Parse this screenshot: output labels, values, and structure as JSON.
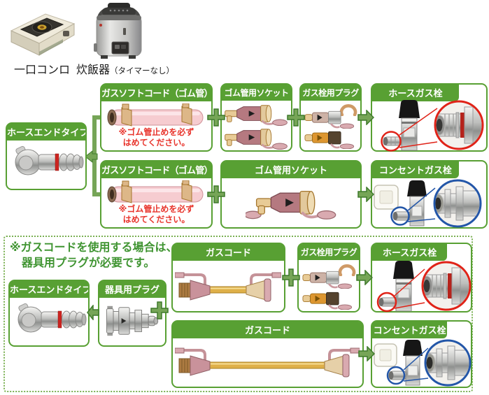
{
  "appliances": {
    "stove_label": "一口コンロ",
    "cooker_label": "炊飯器",
    "cooker_sub": "（タイマーなし）"
  },
  "labels": {
    "hose_end_type": "ホースエンドタイプ",
    "gas_soft_cord": "ガスソフトコード（ゴム管）",
    "rubber_socket": "ゴム管用ソケット",
    "tap_plug": "ガス栓用プラグ",
    "hose_gas_tap": "ホースガス栓",
    "outlet_gas_tap": "コンセントガス栓",
    "appliance_plug": "器具用プラグ",
    "gas_cord": "ガスコード"
  },
  "warnings": {
    "line1": "※ゴム管止めを必ず",
    "line2": "はめてください。"
  },
  "note": {
    "line1": "※ガスコードを使用する場合は、",
    "line2": "器具用プラグが必要です。"
  },
  "colors": {
    "box_green": "#58a033",
    "connector_green": "#76a557",
    "connector_outline": "#3f7a2c",
    "warning_red": "#e8342c",
    "note_green": "#3f9431",
    "magnifier_red": "#e02318",
    "magnifier_blue": "#2356a8",
    "rubber_tube_pink": "#f6ccd0",
    "gas_cord_gold": "#dfb049"
  }
}
